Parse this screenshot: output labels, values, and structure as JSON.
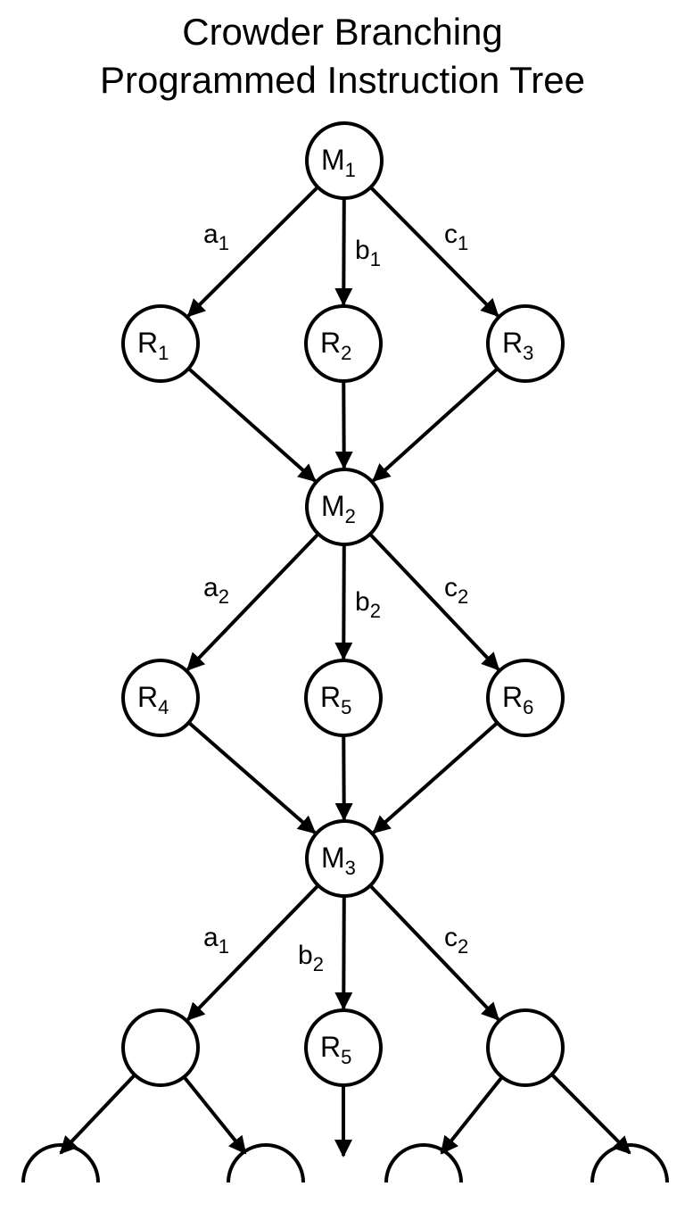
{
  "title": {
    "line1": "Crowder Branching",
    "line2": "Programmed Instruction Tree"
  },
  "nodes": [
    {
      "id": "M1",
      "main": "M",
      "sub": "1"
    },
    {
      "id": "R1",
      "main": "R",
      "sub": "1"
    },
    {
      "id": "R2",
      "main": "R",
      "sub": "2"
    },
    {
      "id": "R3",
      "main": "R",
      "sub": "3"
    },
    {
      "id": "M2",
      "main": "M",
      "sub": "2"
    },
    {
      "id": "R4",
      "main": "R",
      "sub": "4"
    },
    {
      "id": "R5",
      "main": "R",
      "sub": "5"
    },
    {
      "id": "R6",
      "main": "R",
      "sub": "6"
    },
    {
      "id": "M3",
      "main": "M",
      "sub": "3"
    },
    {
      "id": "L3",
      "main": "",
      "sub": ""
    },
    {
      "id": "R5b",
      "main": "R",
      "sub": "5"
    },
    {
      "id": "N3",
      "main": "",
      "sub": ""
    }
  ],
  "edges": [
    {
      "from": "M1",
      "to": "R1",
      "main": "a",
      "sub": "1"
    },
    {
      "from": "M1",
      "to": "R2",
      "main": "b",
      "sub": "1"
    },
    {
      "from": "M1",
      "to": "R3",
      "main": "c",
      "sub": "1"
    },
    {
      "from": "R1",
      "to": "M2",
      "main": "",
      "sub": ""
    },
    {
      "from": "R2",
      "to": "M2",
      "main": "",
      "sub": ""
    },
    {
      "from": "R3",
      "to": "M2",
      "main": "",
      "sub": ""
    },
    {
      "from": "M2",
      "to": "R4",
      "main": "a",
      "sub": "2"
    },
    {
      "from": "M2",
      "to": "R5",
      "main": "b",
      "sub": "2"
    },
    {
      "from": "M2",
      "to": "R6",
      "main": "c",
      "sub": "2"
    },
    {
      "from": "R4",
      "to": "M3",
      "main": "",
      "sub": ""
    },
    {
      "from": "R5",
      "to": "M3",
      "main": "",
      "sub": ""
    },
    {
      "from": "R6",
      "to": "M3",
      "main": "",
      "sub": ""
    },
    {
      "from": "M3",
      "to": "L3",
      "main": "a",
      "sub": "1"
    },
    {
      "from": "M3",
      "to": "R5b",
      "main": "b",
      "sub": "2"
    },
    {
      "from": "M3",
      "to": "N3",
      "main": "c",
      "sub": "2"
    },
    {
      "from": "L3",
      "to": "S1",
      "main": "",
      "sub": ""
    },
    {
      "from": "L3",
      "to": "S2",
      "main": "",
      "sub": ""
    },
    {
      "from": "R5b",
      "to": "S0",
      "main": "",
      "sub": ""
    },
    {
      "from": "N3",
      "to": "S3",
      "main": "",
      "sub": ""
    },
    {
      "from": "N3",
      "to": "S4",
      "main": "",
      "sub": ""
    }
  ]
}
